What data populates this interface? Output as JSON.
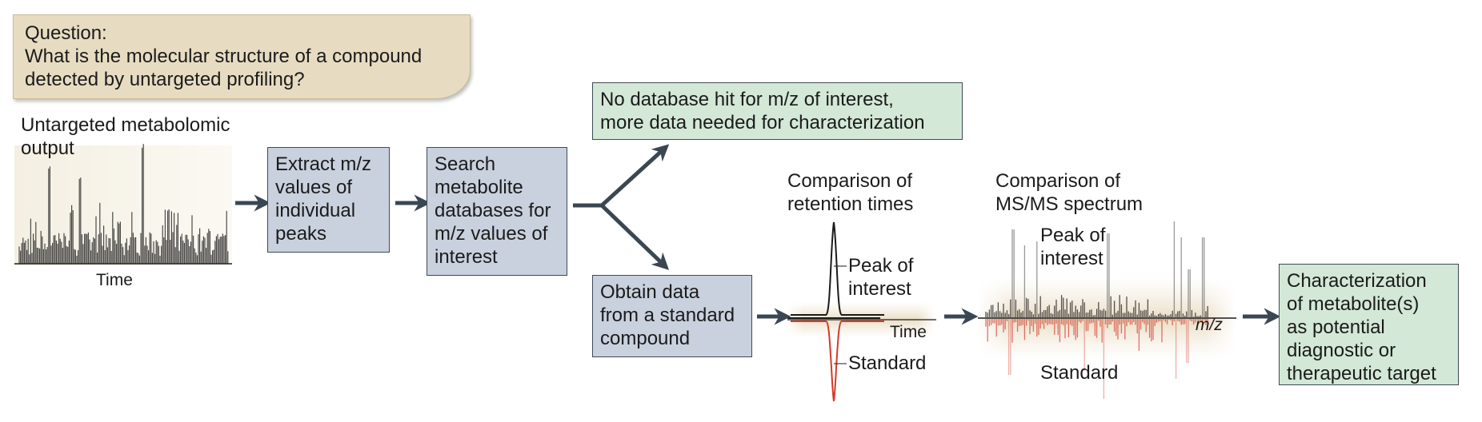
{
  "question": {
    "heading": "Question:",
    "line1": "What is the molecular structure of a compound",
    "line2": "detected by untargeted profiling?"
  },
  "output": {
    "title": "Untargeted metabolomic\noutput",
    "xlabel": "Time"
  },
  "steps": {
    "extract": "Extract m/z\nvalues of\nindividual\npeaks",
    "search": "Search\nmetabolite\ndatabases for\nm/z values of\ninterest",
    "no_hit": "No database hit for m/z of interest,\nmore data needed for characterization",
    "standard": "Obtain data\nfrom a standard\ncompound",
    "characterization": "Characterization\nof metabolite(s)\nas potential\ndiagnostic or\ntherapeutic target"
  },
  "retention": {
    "title": "Comparison of\nretention times",
    "peak_label": "Peak of\ninterest",
    "standard_label": "Standard",
    "axis_label": "Time"
  },
  "msms": {
    "title": "Comparison of\nMS/MS spectrum",
    "peak_label": "Peak of\ninterest",
    "standard_label": "Standard",
    "axis_label": "m/z"
  },
  "colors": {
    "box_blue": "#c9d1de",
    "box_green": "#d3e8d6",
    "note_bg": "#e7dcc2",
    "arrow": "#3a4752",
    "standard_red": "#d43a2a",
    "peak_black": "#1b1b1b"
  }
}
